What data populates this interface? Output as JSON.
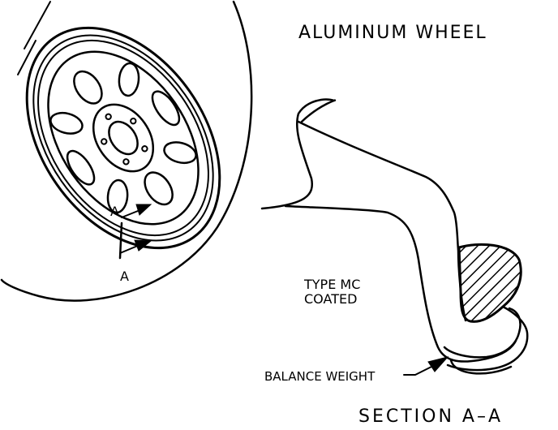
{
  "title": "ALUMINUM WHEEL",
  "section_marker": "A",
  "labels": {
    "type_mc_line1": "TYPE MC",
    "type_mc_line2": "COATED",
    "balance_weight": "BALANCE WEIGHT",
    "section_title": "SECTION A–A"
  },
  "colors": {
    "ink": "#000000",
    "paper": "#ffffff"
  }
}
